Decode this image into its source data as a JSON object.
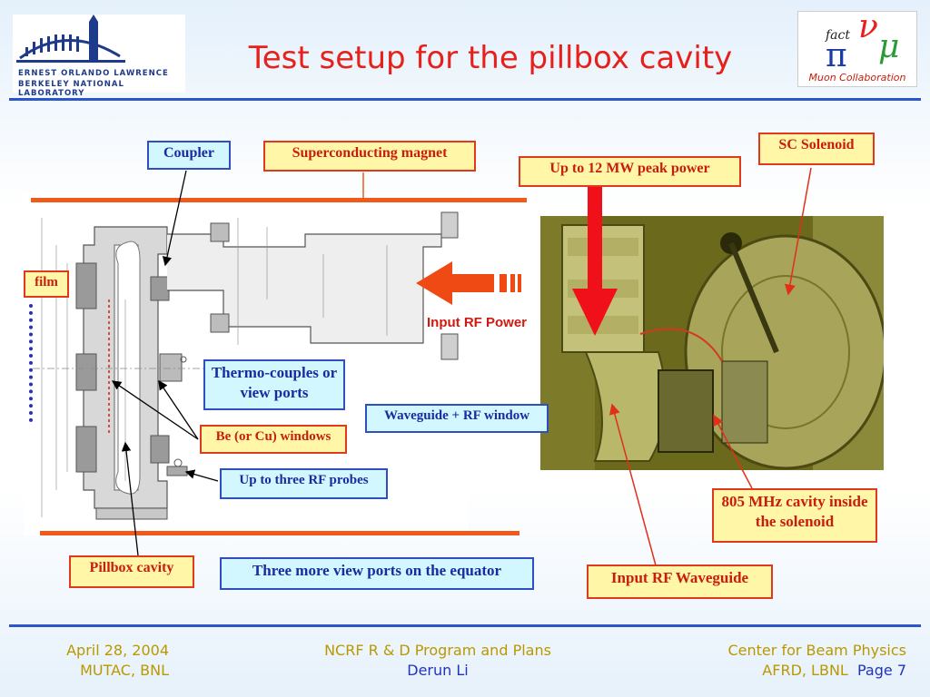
{
  "header": {
    "title": "Test setup for the pillbox cavity",
    "lbnl_logo_line1": "Ernest Orlando Lawrence",
    "lbnl_logo_line2": "Berkeley National Laboratory",
    "muon_logo_text": "Muon Collaboration",
    "muon_logo_fact": "fact"
  },
  "labels": {
    "coupler": "Coupler",
    "superconducting_magnet": "Superconducting magnet",
    "peak_power": "Up to 12 MW peak power",
    "sc_solenoid": "SC Solenoid",
    "film": "film",
    "input_rf_power": "Input RF Power",
    "thermo_couples": "Thermo-couples or view ports",
    "waveguide_window": "Waveguide + RF window",
    "windows": "Be (or Cu) windows",
    "rf_probes": "Up to three RF probes",
    "cavity_inside": "805 MHz cavity inside the solenoid",
    "pillbox_cavity": "Pillbox cavity",
    "view_ports": "Three more view ports on the equator",
    "input_waveguide": "Input RF Waveguide"
  },
  "footer": {
    "date": "April 28, 2004",
    "venue": "MUTAC, BNL",
    "talk": "NCRF R & D Program and Plans",
    "author": "Derun Li",
    "org1": "Center for Beam Physics",
    "org2": "AFRD, LBNL",
    "page": "Page 7"
  },
  "colors": {
    "title": "#e8201b",
    "rule": "#2d57c8",
    "label_red": "#c81d0c",
    "label_blue": "#1b2aa0"
  }
}
